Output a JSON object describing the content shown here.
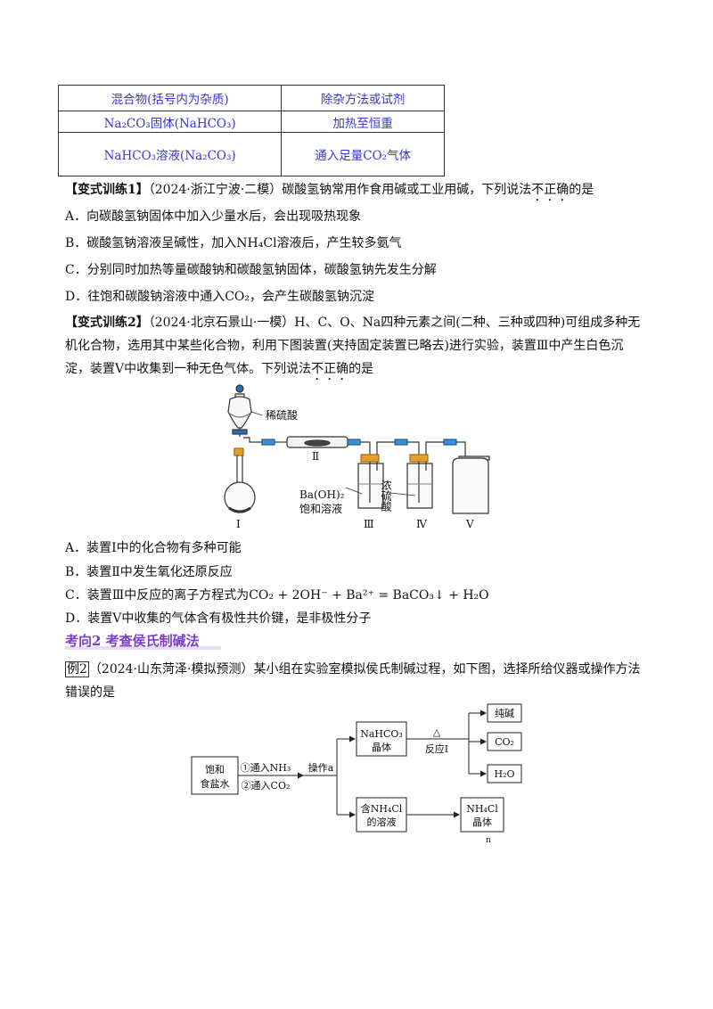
{
  "table": {
    "header": [
      "混合物(括号内为杂质)",
      "除杂方法或试剂"
    ],
    "rows": [
      [
        "Na₂CO₃固体(NaHCO₃)",
        "加热至恒重"
      ],
      [
        "NaHCO₃溶液(Na₂CO₃)",
        "通入足量CO₂气体"
      ]
    ]
  },
  "q1": {
    "tag": "【变式训练1】",
    "stem_pre": "（2024·浙江宁波·二模）碳酸氢钠常用作食用碱或工业用碱，下列说法",
    "stem_emph": "不正确",
    "stem_post": "的是",
    "options": [
      "A．向碳酸氢钠固体中加入少量水后，会出现吸热现象",
      "B．碳酸氢钠溶液呈碱性，加入NH₄Cl溶液后，产生较多氨气",
      "C．分别同时加热等量碳酸钠和碳酸氢钠固体，碳酸氢钠先发生分解",
      "D．往饱和碳酸钠溶液中通入CO₂，会产生碳酸氢钠沉淀"
    ]
  },
  "q2": {
    "tag": "【变式训练2】",
    "stem_line1": "（2024·北京石景山·一模）H、C、O、Na四种元素之间(二种、三种或四种)可组成多种无",
    "stem_line2": "机化合物，选用其中某些化合物，利用下图装置(夹持固定装置已略去)进行实验，装置Ⅲ中产生白色沉",
    "stem_line3_pre": "淀，装置Ⅴ中收集到一种无色气体。下列说法",
    "stem_emph": "不正确",
    "stem_post": "的是",
    "apparatus": {
      "acid_label": "稀硫酸",
      "tube_label": "Ⅱ",
      "bottle3_reagent": "Ba(OH)₂",
      "bottle3_reagent2": "饱和溶液",
      "bottle4_reagent": "浓硫酸",
      "labels": [
        "Ⅰ",
        "Ⅲ",
        "Ⅳ",
        "Ⅴ"
      ]
    },
    "options": [
      "A．装置Ⅰ中的化合物有多种可能",
      "B．装置Ⅱ中发生氧化还原反应",
      "C．装置Ⅲ中反应的离子方程式为CO₂ + 2OH⁻ + Ba²⁺ = BaCO₃↓ + H₂O",
      "D．装置Ⅴ中收集的气体含有极性共价键，是非极性分子"
    ]
  },
  "section2": {
    "heading": "考向2  考查侯氏制碱法"
  },
  "example2": {
    "tag": "例2",
    "line1": "（2024·山东菏泽·模拟预测）某小组在实验室模拟侯氏制碱过程，如下图，选择所给仪器或操作方法",
    "line2": "错误的是",
    "flow": {
      "start": [
        "饱和",
        "食盐水"
      ],
      "step1": "①通入NH₃",
      "step2": "②通入CO₂",
      "op": "操作a",
      "nahco3": [
        "NaHCO₃",
        "晶体"
      ],
      "heat": "△",
      "reaction": "反应Ⅰ",
      "products": [
        "纯碱",
        "CO₂",
        "H₂O"
      ],
      "nh4cl_sol": [
        "含NH₄Cl",
        "的溶液"
      ],
      "nh4cl_crystal": [
        "NH₄Cl",
        "晶体"
      ],
      "footnote": "n"
    }
  }
}
